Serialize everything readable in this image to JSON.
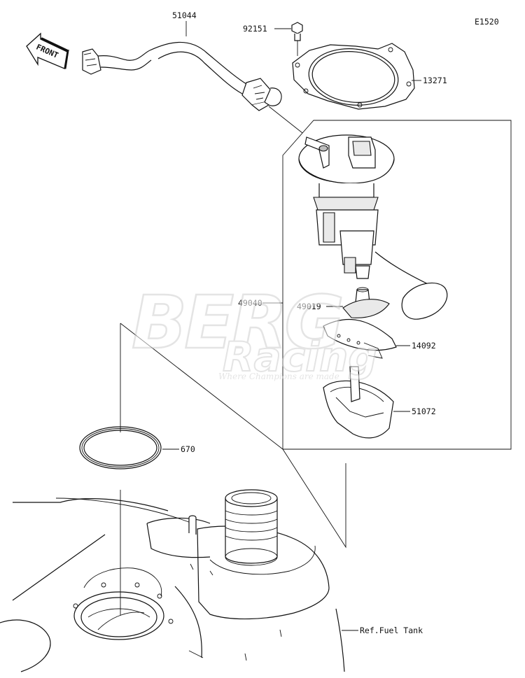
{
  "diagram_code": "E1520",
  "front_label": "FRONT",
  "parts": {
    "fuel_hose": "51044",
    "bolt": "92151",
    "gasket": "13271",
    "pump_assembly": "49040",
    "filter": "49019",
    "holder": "14092",
    "case": "51072",
    "o_ring": "670"
  },
  "reference": "Ref.Fuel Tank",
  "watermark": {
    "brand": "BERG",
    "sub": "Racing",
    "tagline": "Where Champions are made"
  },
  "colors": {
    "line": "#111111",
    "watermark": "#d9d9d9"
  }
}
